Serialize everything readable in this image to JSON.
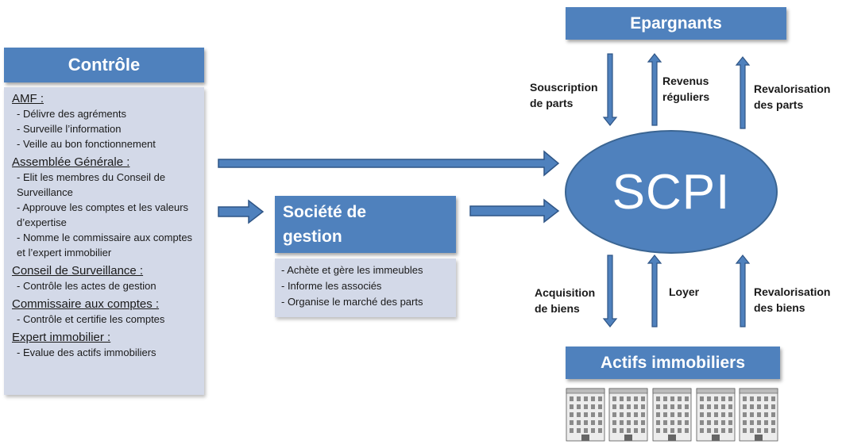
{
  "controle": {
    "title": "Contrôle",
    "groups": [
      {
        "title": "AMF :",
        "items": [
          "- Délivre des agréments",
          "- Surveille l’information",
          "- Veille au bon fonctionnement"
        ]
      },
      {
        "title": "Assemblée Générale :",
        "items": [
          "- Elit les membres du Conseil de Surveillance",
          "- Approuve les comptes et les valeurs d’expertise",
          "- Nomme le commissaire aux comptes et l’expert immobilier"
        ]
      },
      {
        "title": "Conseil de Surveillance :",
        "items": [
          "- Contrôle les actes de gestion"
        ]
      },
      {
        "title": "Commissaire aux comptes :",
        "items": [
          "- Contrôle et certifie les comptes"
        ]
      },
      {
        "title": "Expert immobilier :",
        "items": [
          "- Evalue des actifs immobiliers"
        ]
      }
    ]
  },
  "societe": {
    "title_line1": "Société de",
    "title_line2": "gestion",
    "items": [
      "- Achète et gère les immeubles",
      "- Informe les associés",
      "- Organise le marché des parts"
    ]
  },
  "scpi": {
    "label": "SCPI"
  },
  "epargnants": {
    "title": "Epargnants"
  },
  "actifs": {
    "title": "Actifs immobiliers"
  },
  "flows_top": [
    {
      "line1": "Souscription",
      "line2": "de parts"
    },
    {
      "line1": "Revenus",
      "line2": "réguliers"
    },
    {
      "line1": "Revalorisation",
      "line2": "des parts"
    }
  ],
  "flows_bottom": [
    {
      "line1": "Acquisition",
      "line2": "de biens"
    },
    {
      "line1": "Loyer",
      "line2": ""
    },
    {
      "line1": "Revalorisation",
      "line2": "des biens"
    }
  ],
  "colors": {
    "primary": "#4f81bd",
    "panel": "#d3d9e8",
    "arrow_border": "#2f5586"
  }
}
